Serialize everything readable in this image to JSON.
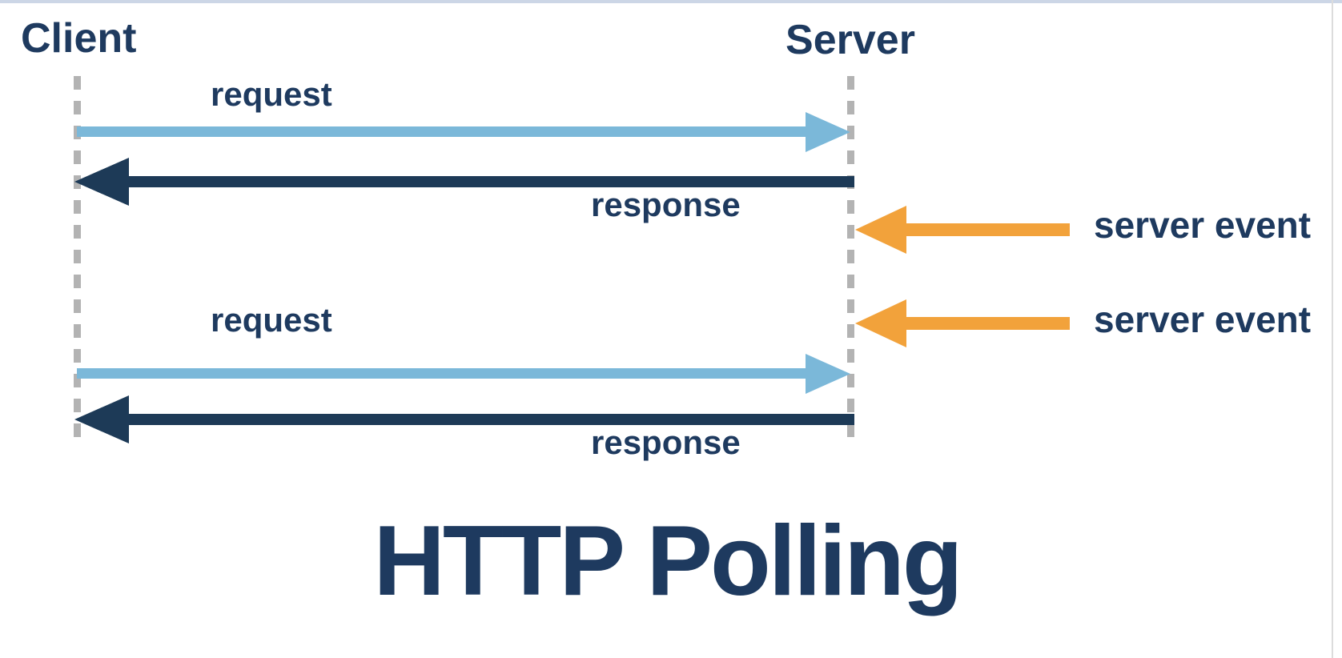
{
  "title": "HTTP Polling",
  "actors": {
    "client": "Client",
    "server": "Server"
  },
  "messages": [
    {
      "id": "request-1",
      "label": "request",
      "type": "request",
      "direction": "client-to-server"
    },
    {
      "id": "response-1",
      "label": "response",
      "type": "response",
      "direction": "server-to-client"
    },
    {
      "id": "request-2",
      "label": "request",
      "type": "request",
      "direction": "client-to-server"
    },
    {
      "id": "response-2",
      "label": "response",
      "type": "response",
      "direction": "server-to-client"
    }
  ],
  "server_events": [
    {
      "id": "server-event-1",
      "label": "server event"
    },
    {
      "id": "server-event-2",
      "label": "server event"
    }
  ],
  "colors": {
    "background": "#ffffff",
    "text": "#1e3a5f",
    "request_arrow": "#7bb8d9",
    "response_arrow": "#1d3a57",
    "event_arrow": "#f2a23b",
    "lifeline": "#b3b3b3",
    "top_border": "#ccd6e6"
  }
}
